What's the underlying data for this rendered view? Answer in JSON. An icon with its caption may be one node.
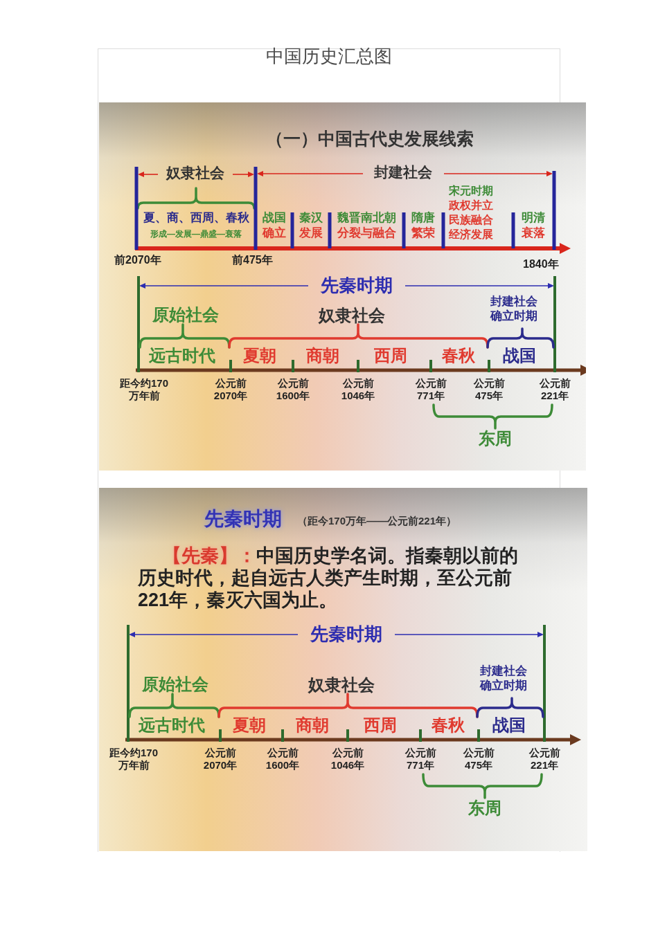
{
  "diagram": {
    "title": "中国历史汇总图",
    "labels": [
      "（一）中国古代史发展线索",
      "奴隶社会",
      "封建社会",
      "宋元时期",
      "政权并立",
      "夏、商、西周、春秋",
      "战国",
      "秦汉",
      "魏晋南北朝",
      "隋唐",
      "民族融合",
      "明清",
      "形成—发展—鼎盛—衰落",
      "确立",
      "发展",
      "分裂与融合",
      "繁荣",
      "经济发展",
      "衰落",
      "前2070年",
      "前475年",
      "1840年",
      "先秦时期",
      "原始社会",
      "奴隶社会",
      "封建社会确立时期",
      "远古时代",
      "夏朝",
      "商朝",
      "西周",
      "春秋",
      "战国",
      "距今约170万年前",
      "公元前2070年",
      "公元前1600年",
      "公元前1046年",
      "公元前771年",
      "公元前475年",
      "公元前221年",
      "东周",
      "先秦时期",
      "（距今170万年——公元前221年）",
      "【先秦】：",
      "中国历史学名词。指秦朝以前的历史时代，起自远古人类产生时期，至公元前221年，秦灭六国为止。",
      "先秦时期",
      "原始社会",
      "奴隶社会",
      "封建社会确立时期",
      "远古时代",
      "夏朝",
      "商朝",
      "西周",
      "春秋",
      "战国",
      "距今约170万年前",
      "公元前2070年",
      "公元前1600年",
      "公元前1046年",
      "公元前771年",
      "公元前475年",
      "公元前221年",
      "东周"
    ]
  }
}
